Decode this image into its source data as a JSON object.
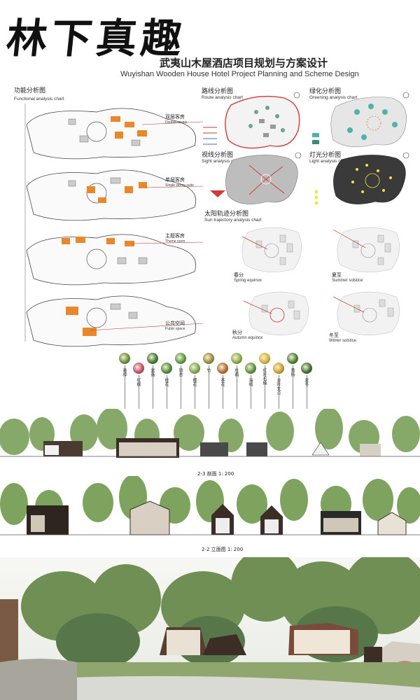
{
  "header": {
    "calligraphy": "林下真趣",
    "title_cn": "武夷山木屋酒店项目规划与方案设计",
    "title_en": "Wuyishan Wooden House Hotel Project Planning and Scheme Design"
  },
  "functional": {
    "heading_cn": "功能分析图",
    "heading_en": "Functional analysis chart",
    "items": [
      {
        "cn": "双层客房",
        "en": "Double rooms"
      },
      {
        "cn": "单层客房",
        "en": "Single storey suite"
      },
      {
        "cn": "主题客房",
        "en": "Theme room"
      },
      {
        "cn": "公共空间",
        "en": "Public space"
      }
    ]
  },
  "analysis": {
    "route": {
      "cn": "路线分析图",
      "en": "Route analysis chart"
    },
    "greening": {
      "cn": "绿化分析图",
      "en": "Greening analysis chart"
    },
    "sight": {
      "cn": "视线分析图",
      "en": "Sight analysis chart"
    },
    "light": {
      "cn": "灯光分析图",
      "en": "Light analysis chart"
    },
    "sun": {
      "cn": "太阳轨迹分析图",
      "en": "Sun trajectory analysis chart"
    }
  },
  "sun_panels": [
    {
      "cn": "春分",
      "en": "Spring equinox"
    },
    {
      "cn": "夏至",
      "en": "Summer solstice"
    },
    {
      "cn": "秋分",
      "en": "Autumn equinox"
    },
    {
      "cn": "冬至",
      "en": "Winter solstice"
    }
  ],
  "plants": [
    "香樟",
    "红枫",
    "紫薇",
    "桂花",
    "银杏",
    "樱花",
    "竹",
    "茶花",
    "杜鹃",
    "海桐",
    "红叶石楠",
    "金叶女贞",
    "黄杨",
    "麦冬"
  ],
  "plant_colors": [
    "#6b8e3a",
    "#c94a6b",
    "#3f7a2f",
    "#4d8a3c",
    "#5a9a45",
    "#7aa84e",
    "#9b8a3a",
    "#b56a2e",
    "#8aa84a",
    "#5c8f3e",
    "#d4b23a",
    "#c9a32c",
    "#4e7f35",
    "#3d6f2e"
  ],
  "sections": {
    "first": "2-3 剖面 1: 200",
    "second": "2-2 立面图 1: 200"
  },
  "colors": {
    "accent_orange": "#e8882a",
    "route_red": "#d23a3a",
    "tree_green": "#5f8a4a",
    "wood_dark": "#3a2c22"
  }
}
